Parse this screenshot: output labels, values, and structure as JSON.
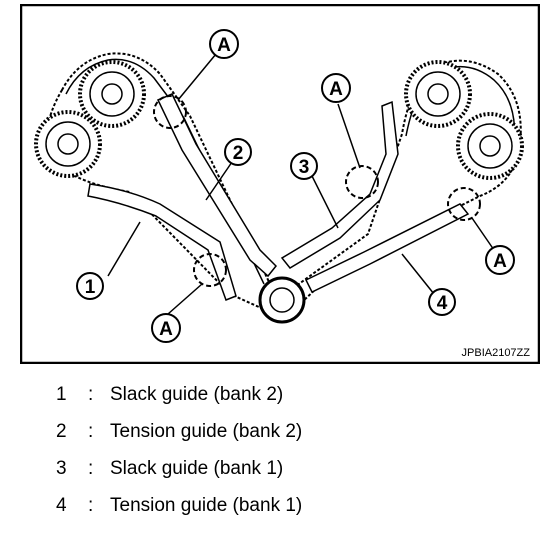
{
  "figure": {
    "code": "JPBIA2107ZZ",
    "callout_label": "A",
    "callout_numbers": [
      "1",
      "2",
      "3",
      "4"
    ]
  },
  "legend": [
    {
      "number": "1",
      "separator": ":",
      "text": "Slack guide (bank 2)"
    },
    {
      "number": "2",
      "separator": ":",
      "text": "Tension guide (bank 2)"
    },
    {
      "number": "3",
      "separator": ":",
      "text": "Slack guide (bank 1)"
    },
    {
      "number": "4",
      "separator": ":",
      "text": "Tension guide (bank 1)"
    }
  ]
}
